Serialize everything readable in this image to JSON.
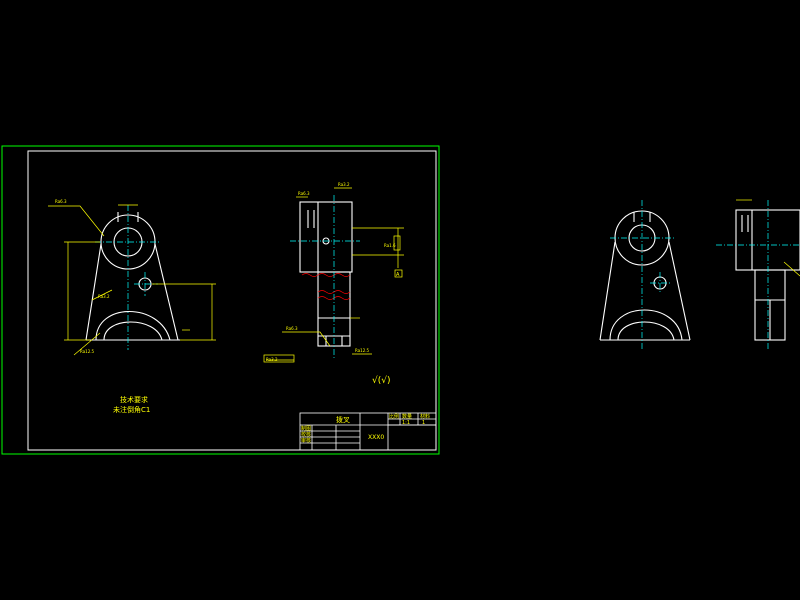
{
  "colors": {
    "background": "#000000",
    "frame": "#00ff00",
    "geometry": "#ffffff",
    "centerline": "#00ffff",
    "dimension": "#ffff00",
    "section_red": "#ff0000"
  },
  "drawing_sheet": {
    "tech_req_title": "技术要求",
    "tech_req_text": "未注倒角C1",
    "surface_finish_note": "√(√)",
    "title_block": {
      "part_name": "拨叉",
      "drawing_no": "XXX0",
      "scale_label": "比例",
      "scale_value": "1:1",
      "quantity_label": "数量",
      "quantity_value": "1",
      "material_label": "材料",
      "row_labels": [
        "制图",
        "校核",
        "审核"
      ]
    },
    "front_view_labels": [
      "Ra6.3",
      "Ra3.2",
      "Ra12.5"
    ],
    "side_view_labels": [
      "Ra3.2",
      "Ra6.3",
      "Ra1.6",
      "A",
      "Ra6.3",
      "Ra12.5"
    ],
    "callout_note": "Ra3.2"
  },
  "icons": [
    "surface-finish-symbol-icon",
    "datum-symbol-icon"
  ]
}
